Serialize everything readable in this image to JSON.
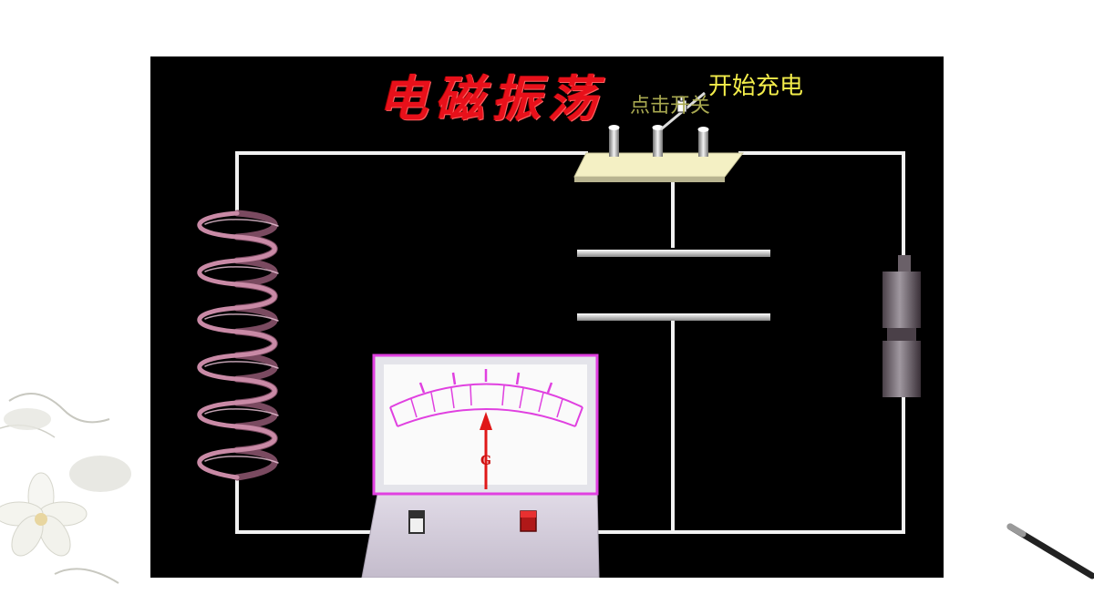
{
  "slide": {
    "title": "电磁振荡",
    "switch_hint": "点击开关",
    "charge_label": "开始充电",
    "meter_label": "G"
  },
  "colors": {
    "title": "#e8101a",
    "wire": "#f2f2f2",
    "coil": "#c98aa6",
    "meter_frame": "#e040e0",
    "needle": "#e01818",
    "action_text": "#f2ec4a"
  }
}
